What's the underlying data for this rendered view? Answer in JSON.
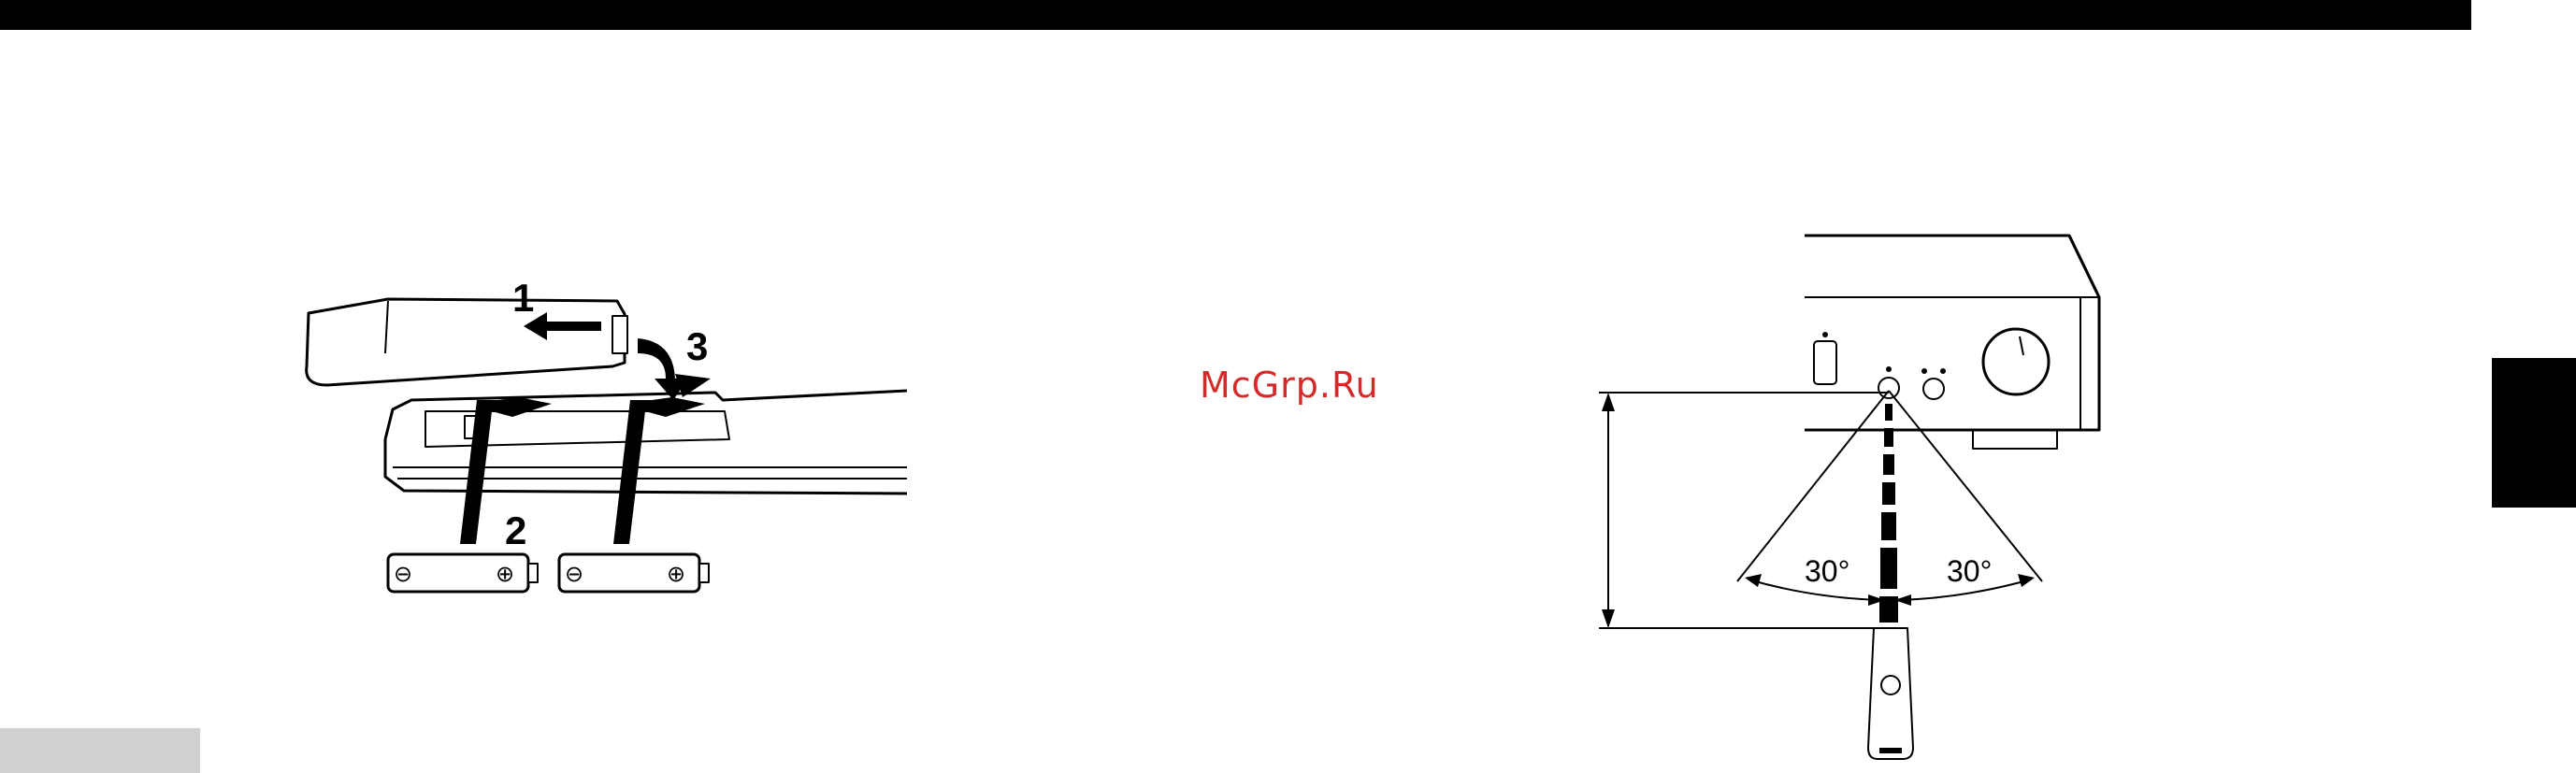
{
  "watermark": "McGrp.Ru",
  "battery_steps": {
    "step1": "1",
    "step2": "2",
    "step3": "3",
    "minus_sign": "⊖",
    "plus_sign": "⊕"
  },
  "remote_range": {
    "left_angle": "30°",
    "right_angle": "30°"
  },
  "colors": {
    "watermark": "#d42a2a",
    "ink": "#000000",
    "corner_block": "#d0d0d0"
  }
}
